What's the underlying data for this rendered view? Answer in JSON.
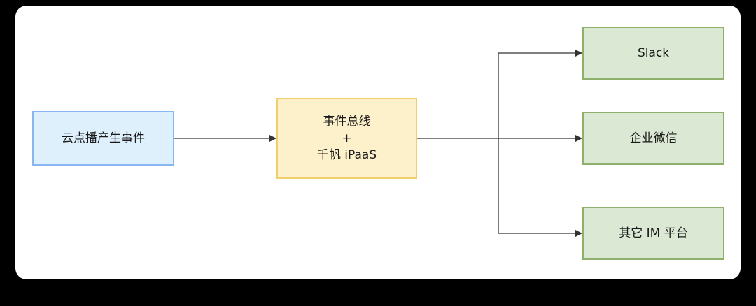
{
  "diagram": {
    "source": {
      "label": "云点播产生事件"
    },
    "bus": {
      "line1": "事件总线",
      "line2": "+",
      "line3": "千帆 iPaaS"
    },
    "targets": [
      {
        "label": "Slack"
      },
      {
        "label": "企业微信"
      },
      {
        "label": "其它 IM 平台"
      }
    ]
  },
  "colors": {
    "source_fill": "#dff0fd",
    "source_border": "#86b7ee",
    "bus_fill": "#fdf1cc",
    "bus_border": "#f0cf6b",
    "target_fill": "#dbe8d3",
    "target_border": "#8fb06a",
    "edge": "#333333"
  }
}
